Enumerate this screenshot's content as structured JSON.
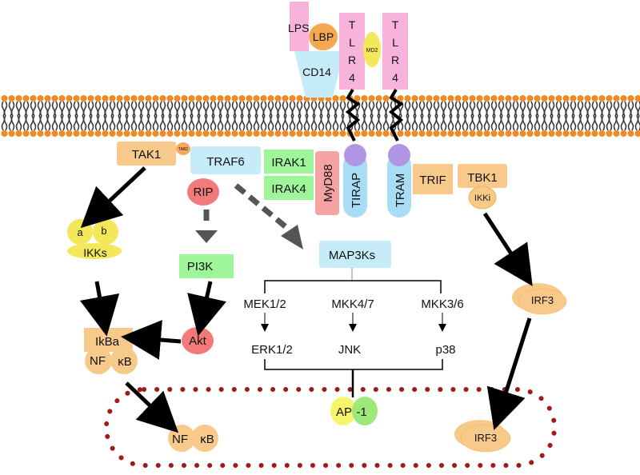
{
  "receptor_complex": {
    "lps": "LPS",
    "lbp": "LBP",
    "cd14": "CD14",
    "md2": "MD2",
    "tlr4_left": [
      "T",
      "L",
      "R",
      "4"
    ],
    "tlr4_right": [
      "T",
      "L",
      "R",
      "4"
    ]
  },
  "adaptors": {
    "tak1": "TAK1",
    "tab2": "TAB2",
    "traf6": "TRAF6",
    "irak1": "IRAK1",
    "irak4": "IRAK4",
    "myd88": "MyD88",
    "tirap": "TIRAP",
    "tram": "TRAM",
    "trif": "TRIF",
    "tbk1": "TBK1",
    "ikki": "IKKi",
    "rip": "RIP"
  },
  "nfkb_pathway": {
    "ikk_a": "a",
    "ikk_b": "b",
    "ikks": "IKKs",
    "pi3k": "PI3K",
    "akt": "Akt",
    "ikba": "IkBa",
    "nf": "NF",
    "kb": "κB",
    "nucleus_nf": "NF",
    "nucleus_kb": "κB"
  },
  "mapk_pathway": {
    "map3ks": "MAP3Ks",
    "mek12": "MEK1/2",
    "mkk47": "MKK4/7",
    "mkk36": "MKK3/6",
    "erk12": "ERK1/2",
    "jnk": "JNK",
    "p38": "p38",
    "ap": "AP",
    "ap_suffix": "-1"
  },
  "irf_pathway": {
    "irf3_cytoplasm": "IRF3",
    "irf3_nucleus": "IRF3"
  },
  "colors": {
    "lipid_head": "#f08a24",
    "lipid_tail": "#3a3a3a",
    "pink": "#f7b3dc",
    "orange": "#f7c98a",
    "light_blue": "#c6ecfa",
    "green": "#9ef59a",
    "salmon": "#f5a3a3",
    "red": "#f27a7a",
    "yellow": "#f2e85a",
    "purple": "#b097e6",
    "nucleus_dots": "#a01a1a"
  }
}
